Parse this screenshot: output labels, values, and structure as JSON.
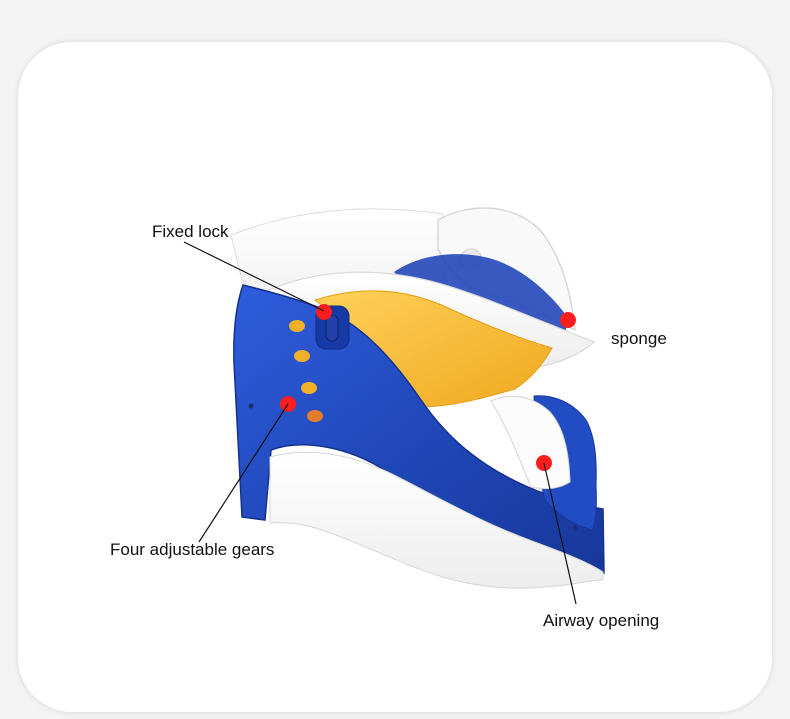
{
  "annotations": {
    "fixed_lock": "Fixed lock",
    "sponge": "sponge",
    "four_adjustable_gears": "Four adjustable gears",
    "airway_opening": "Airway opening"
  },
  "colors": {
    "brace_blue": "#1f46b6",
    "brace_blue_dark": "#13318f",
    "padding_white": "#f7f7f7",
    "sponge_yellow": "#f3b12f",
    "marker_red": "#ff1d1d"
  }
}
